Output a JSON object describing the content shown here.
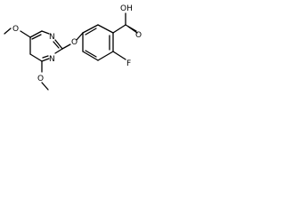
{
  "molecule": {
    "atoms": {
      "oh": "OH",
      "carbonyl_o": "O",
      "fluorine": "F",
      "ether_o": "O",
      "n_upper": "N",
      "n_lower": "N",
      "methoxy_o_top": "O",
      "methoxy_o_bottom": "O"
    }
  }
}
